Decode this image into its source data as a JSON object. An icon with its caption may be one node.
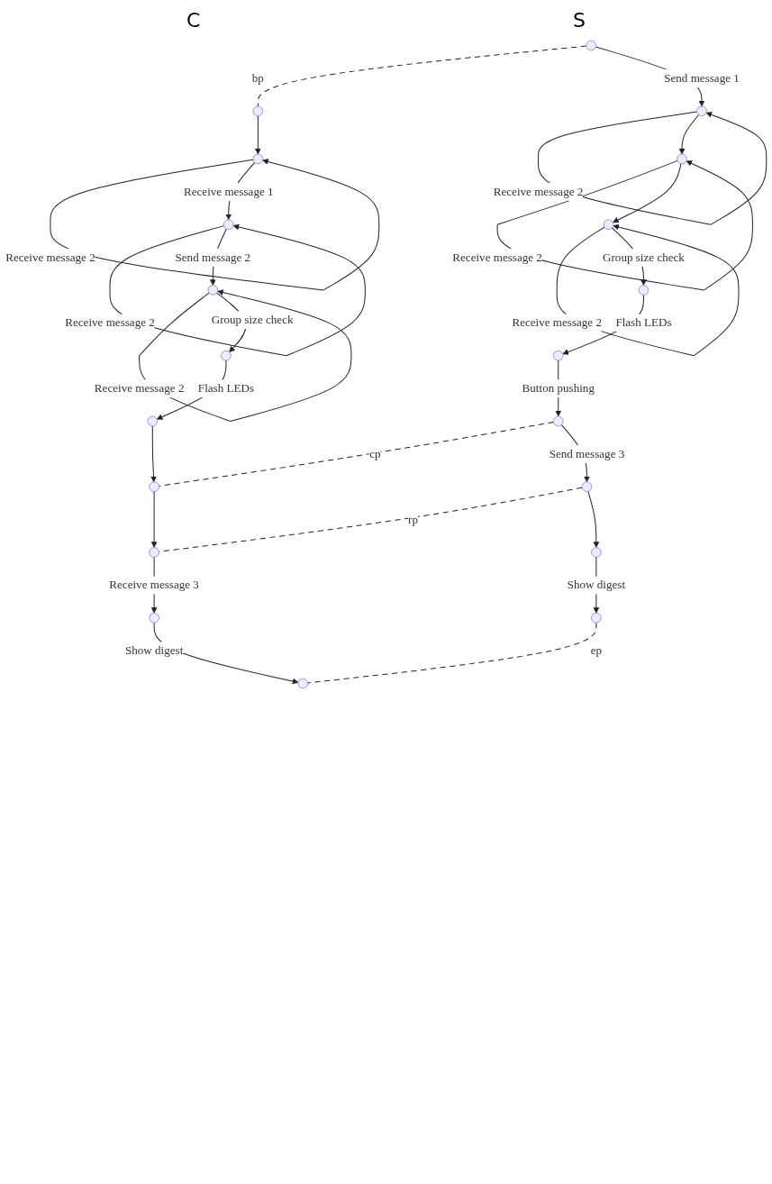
{
  "diagram": {
    "nodes": [
      {
        "text": [],
        "shape": "circle"
      },
      {
        "text": [],
        "shape": "circle"
      },
      {
        "text": [],
        "shape": "circle"
      },
      {
        "text": [],
        "shape": "circle"
      },
      {
        "text": [],
        "shape": "circle"
      },
      {
        "text": [],
        "shape": "circle"
      },
      {
        "text": [],
        "shape": "circle"
      },
      {
        "text": [],
        "shape": "circle"
      },
      {
        "text": [],
        "shape": "circle"
      },
      {
        "text": [],
        "shape": "circle"
      },
      {
        "text": [],
        "shape": "circle"
      },
      {
        "text": [],
        "shape": "circle"
      },
      {
        "text": [],
        "shape": "circle"
      },
      {
        "text": [],
        "shape": "circle"
      },
      {
        "text": [],
        "shape": "circle"
      },
      {
        "text": [],
        "shape": "circle"
      },
      {
        "text": [],
        "shape": "circle"
      },
      {
        "text": [],
        "shape": "circle"
      },
      {
        "text": [],
        "shape": "circle"
      },
      {
        "text": [],
        "shape": "circle"
      }
    ],
    "edges": [
      {
        "from": 0,
        "to": 10,
        "label": "bp",
        "arrow": "none",
        "style": "dashed"
      },
      {
        "from": 0,
        "to": 1,
        "label": "Send message 1",
        "arrow": "to"
      },
      {
        "from": 1,
        "to": 1,
        "label": "Receive message 2",
        "arrow": "to"
      },
      {
        "from": 10,
        "to": 11,
        "arrow": "to"
      },
      {
        "from": 11,
        "to": 11,
        "label": "Receive message 2",
        "arrow": "to"
      },
      {
        "from": 1,
        "to": 2,
        "arrow": "to"
      },
      {
        "from": 2,
        "to": 2,
        "label": "Receive message 2",
        "arrow": "to"
      },
      {
        "from": 11,
        "to": 12,
        "label": "Receive message 1",
        "arrow": "to"
      },
      {
        "from": 12,
        "to": 12,
        "label": "Receive message 2",
        "arrow": "to"
      },
      {
        "from": 2,
        "to": 3,
        "arrow": "to"
      },
      {
        "from": 3,
        "to": 3,
        "label": "Receive message 2",
        "arrow": "to"
      },
      {
        "from": 12,
        "to": 13,
        "label": "Send message 2",
        "arrow": "to"
      },
      {
        "from": 13,
        "to": 13,
        "label": "Receive message 2",
        "arrow": "to"
      },
      {
        "from": 3,
        "to": 4,
        "label": "Group size check",
        "arrow": "to"
      },
      {
        "from": 13,
        "to": 14,
        "label": "Group size check",
        "arrow": "to"
      },
      {
        "from": 4,
        "to": 5,
        "label": "Flash LEDs",
        "arrow": "to"
      },
      {
        "from": 14,
        "to": 15,
        "label": "Flash LEDs",
        "arrow": "to"
      },
      {
        "from": 5,
        "to": 6,
        "label": "Button pushing",
        "arrow": "to"
      },
      {
        "from": 15,
        "to": 16,
        "arrow": "to"
      },
      {
        "from": 6,
        "to": 16,
        "label": "cp",
        "arrow": "none",
        "style": "dashed"
      },
      {
        "from": 6,
        "to": 7,
        "label": "Send message 3",
        "arrow": "to"
      },
      {
        "from": 16,
        "to": 17,
        "arrow": "to"
      },
      {
        "from": 7,
        "to": 17,
        "label": "rp",
        "arrow": "none",
        "style": "dashed"
      },
      {
        "from": 7,
        "to": 8,
        "arrow": "to"
      },
      {
        "from": 17,
        "to": 18,
        "label": "Receive message 3",
        "arrow": "to"
      },
      {
        "from": 8,
        "to": 9,
        "label": "Show digest",
        "arrow": "to"
      },
      {
        "from": 18,
        "to": 19,
        "label": "Show digest",
        "arrow": "to"
      },
      {
        "from": 9,
        "to": 19,
        "label": "ep",
        "arrow": "none",
        "style": "dashed"
      }
    ],
    "labels": [
      "C",
      "S"
    ]
  }
}
